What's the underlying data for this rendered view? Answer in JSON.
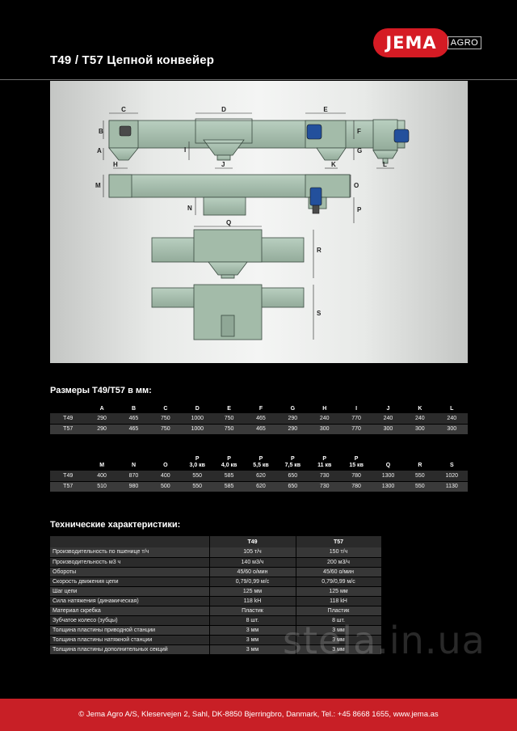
{
  "header": {
    "title": "T49  / T57  Цепной конвейер",
    "logo_text": "JEMA",
    "logo_suffix": "AGRO",
    "brand_color": "#d51b24"
  },
  "drawing": {
    "labels": {
      "A": "A",
      "B": "B",
      "C": "C",
      "D": "D",
      "E": "E",
      "F": "F",
      "G": "G",
      "H": "H",
      "I": "I",
      "J": "J",
      "K": "K",
      "L": "L",
      "M": "M",
      "N": "N",
      "O": "O",
      "P": "P",
      "Q": "Q",
      "R": "R",
      "S": "S"
    },
    "body_color": "#a7bfae"
  },
  "dimensions": {
    "heading": "Размеры T49/T57 в мм:",
    "table1": {
      "columns": [
        "",
        "A",
        "B",
        "C",
        "D",
        "E",
        "F",
        "G",
        "H",
        "I",
        "J",
        "K",
        "L"
      ],
      "rows": [
        [
          "T49",
          "290",
          "465",
          "750",
          "1000",
          "750",
          "465",
          "290",
          "240",
          "770",
          "240",
          "240",
          "240"
        ],
        [
          "T57",
          "290",
          "465",
          "750",
          "1000",
          "750",
          "465",
          "290",
          "300",
          "770",
          "300",
          "300",
          "300"
        ]
      ]
    },
    "table2": {
      "columns": [
        {
          "top": "",
          "sub": ""
        },
        {
          "top": "M",
          "sub": ""
        },
        {
          "top": "N",
          "sub": ""
        },
        {
          "top": "O",
          "sub": ""
        },
        {
          "top": "P",
          "sub": "3,0 кв"
        },
        {
          "top": "P",
          "sub": "4,0 кв"
        },
        {
          "top": "P",
          "sub": "5,5 кв"
        },
        {
          "top": "P",
          "sub": "7,5 кв"
        },
        {
          "top": "P",
          "sub": "11 кв"
        },
        {
          "top": "P",
          "sub": "15 кв"
        },
        {
          "top": "Q",
          "sub": ""
        },
        {
          "top": "R",
          "sub": ""
        },
        {
          "top": "S",
          "sub": ""
        }
      ],
      "rows": [
        [
          "T49",
          "400",
          "870",
          "400",
          "550",
          "585",
          "620",
          "650",
          "730",
          "780",
          "1300",
          "550",
          "1020"
        ],
        [
          "T57",
          "510",
          "980",
          "500",
          "550",
          "585",
          "620",
          "650",
          "730",
          "780",
          "1300",
          "550",
          "1130"
        ]
      ]
    }
  },
  "tech": {
    "heading": "Технические характеристики:",
    "columns": [
      "",
      "T49",
      "T57"
    ],
    "rows": [
      [
        "Производительность по пшенице т/ч",
        "105 т/ч",
        "150 т/ч"
      ],
      [
        "Производительность м3 ч",
        "140 м3/ч",
        "200 м3/ч"
      ],
      [
        "Обороты",
        "45/60 о/мин",
        "45/60 о/мин"
      ],
      [
        "Скорость движения цепи",
        "0,79/0,99 м/с",
        "0,79/0,99 м/с"
      ],
      [
        "Шаг цепи",
        "125 мм",
        "125 мм"
      ],
      [
        "Сила натяжения (динамическая)",
        "118 kH",
        "118 kH"
      ],
      [
        "Материал скребка",
        "Пластик",
        "Пластик"
      ],
      [
        "Зубчатое колесо (зубцы)",
        "8 шт.",
        "8 шт."
      ],
      [
        "Толщина пластины приводной станции",
        "3 мм",
        "3 мм"
      ],
      [
        "Толщина пластины натяжной станции",
        "3 мм",
        "3 мм"
      ],
      [
        "Толщина пластины дополнительных секций",
        "3 мм",
        "3 мм"
      ]
    ]
  },
  "watermark": "stela.in.ua",
  "footer": {
    "text": "© Jema Agro A/S, Kleservejen 2, Sahl, DK-8850 Bjerringbro, Danmark, Tel.: +45 8668 1655, www.jema.as",
    "color": "#c81f26"
  }
}
